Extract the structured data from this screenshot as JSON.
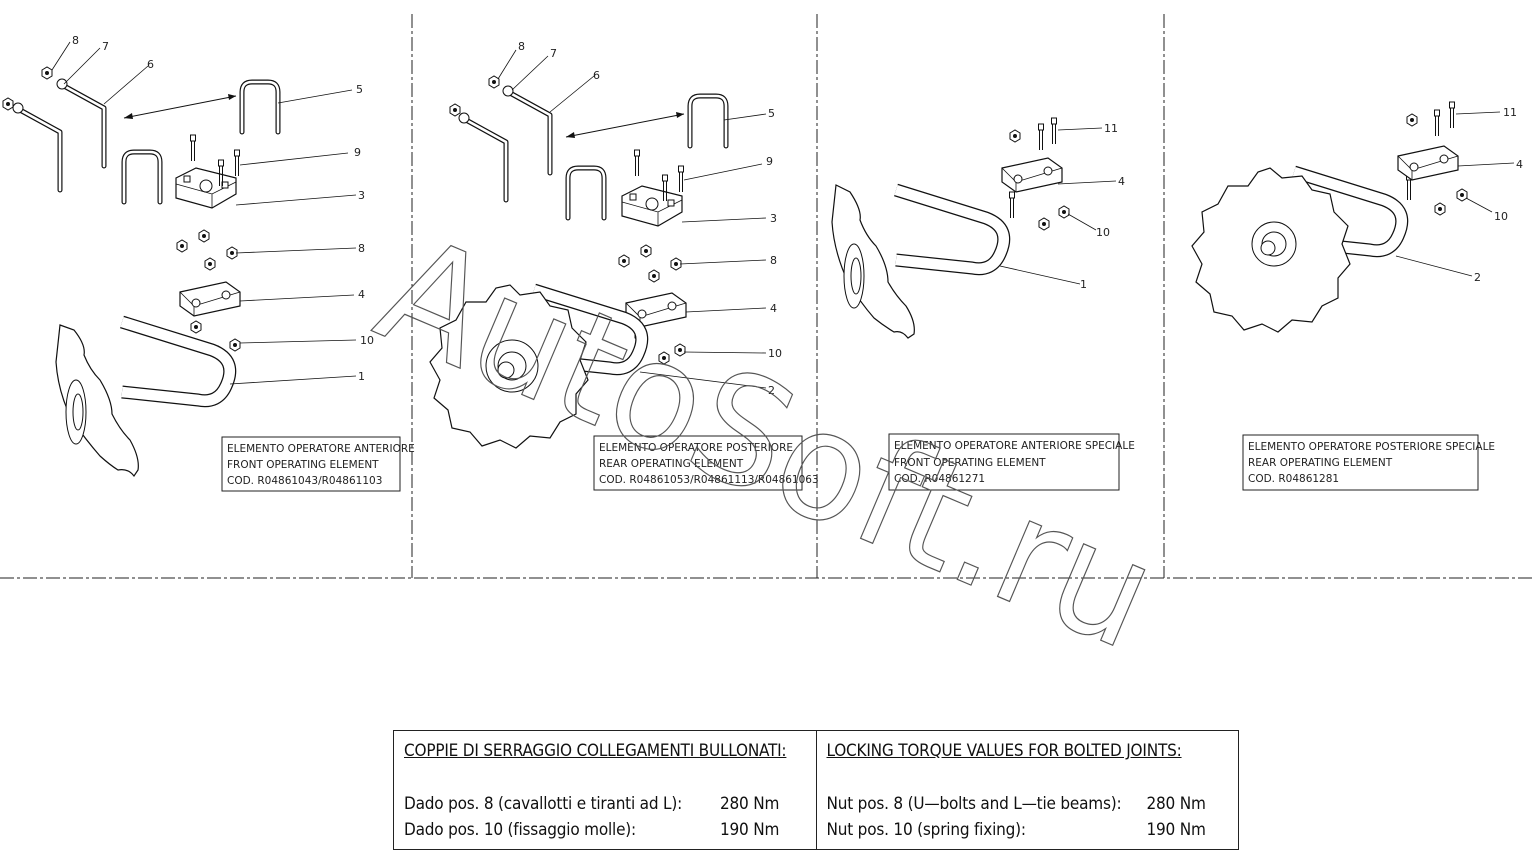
{
  "panels": [
    {
      "caption": [
        "ELEMENTO OPERATORE ANTERIORE",
        "FRONT OPERATING ELEMENT",
        "COD. R04861043/R04861103"
      ],
      "callouts": [
        "8",
        "7",
        "6",
        "5",
        "9",
        "3",
        "8",
        "4",
        "10",
        "1"
      ]
    },
    {
      "caption": [
        "ELEMENTO OPERATORE POSTERIORE",
        "REAR OPERATING ELEMENT",
        "COD. R04861053/R04861113/R04861063"
      ],
      "callouts": [
        "8",
        "7",
        "6",
        "5",
        "9",
        "3",
        "8",
        "4",
        "10",
        "2"
      ]
    },
    {
      "caption": [
        "ELEMENTO OPERATORE ANTERIORE SPECIALE",
        "FRONT OPERATING ELEMENT",
        "COD. R04861271"
      ],
      "callouts": [
        "11",
        "4",
        "10",
        "1"
      ]
    },
    {
      "caption": [
        "ELEMENTO OPERATORE POSTERIORE SPECIALE",
        "REAR OPERATING ELEMENT",
        "COD. R04861281"
      ],
      "callouts": [
        "11",
        "4",
        "10",
        "2"
      ]
    }
  ],
  "watermark": "AutoSoft.ru",
  "torque_table": {
    "italian": {
      "heading": "COPPIE DI SERRAGGIO COLLEGAMENTI BULLONATI:",
      "rows": [
        {
          "label": "Dado pos. 8 (cavallotti e tiranti ad L):",
          "value": "280 Nm"
        },
        {
          "label": "Dado pos. 10 (fissaggio molle):",
          "value": "190 Nm"
        }
      ]
    },
    "english": {
      "heading": "LOCKING TORQUE VALUES FOR BOLTED JOINTS:",
      "rows": [
        {
          "label": "Nut pos. 8 (U—bolts and L—tie beams):",
          "value": "280 Nm"
        },
        {
          "label": "Nut pos. 10 (spring fixing):",
          "value": "190 Nm"
        }
      ]
    }
  }
}
